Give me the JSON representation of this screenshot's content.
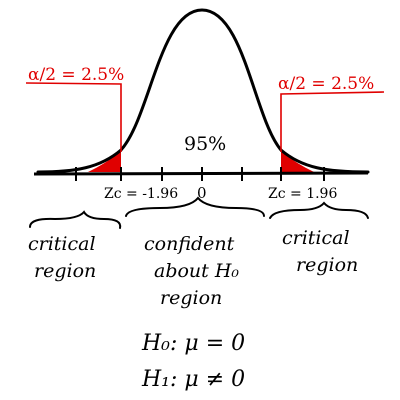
{
  "labels": {
    "alpha_left": "α/2 = 2.5%",
    "alpha_right": "α/2 = 2.5%",
    "center_pct": "95%",
    "z_left": "Zc = -1.96",
    "z_zero": "0",
    "z_right": "Zc = 1.96",
    "critical_left_line1": "critical",
    "critical_left_line2": "region",
    "confident_line1": "confident",
    "confident_line2": "about H₀",
    "confident_line3": "region",
    "critical_right_line1": "critical",
    "critical_right_line2": "region",
    "h0": "H₀: μ = 0",
    "h1": "H₁: μ ≠ 0"
  },
  "colors": {
    "ink": "#000000",
    "tail": "#e00000"
  }
}
